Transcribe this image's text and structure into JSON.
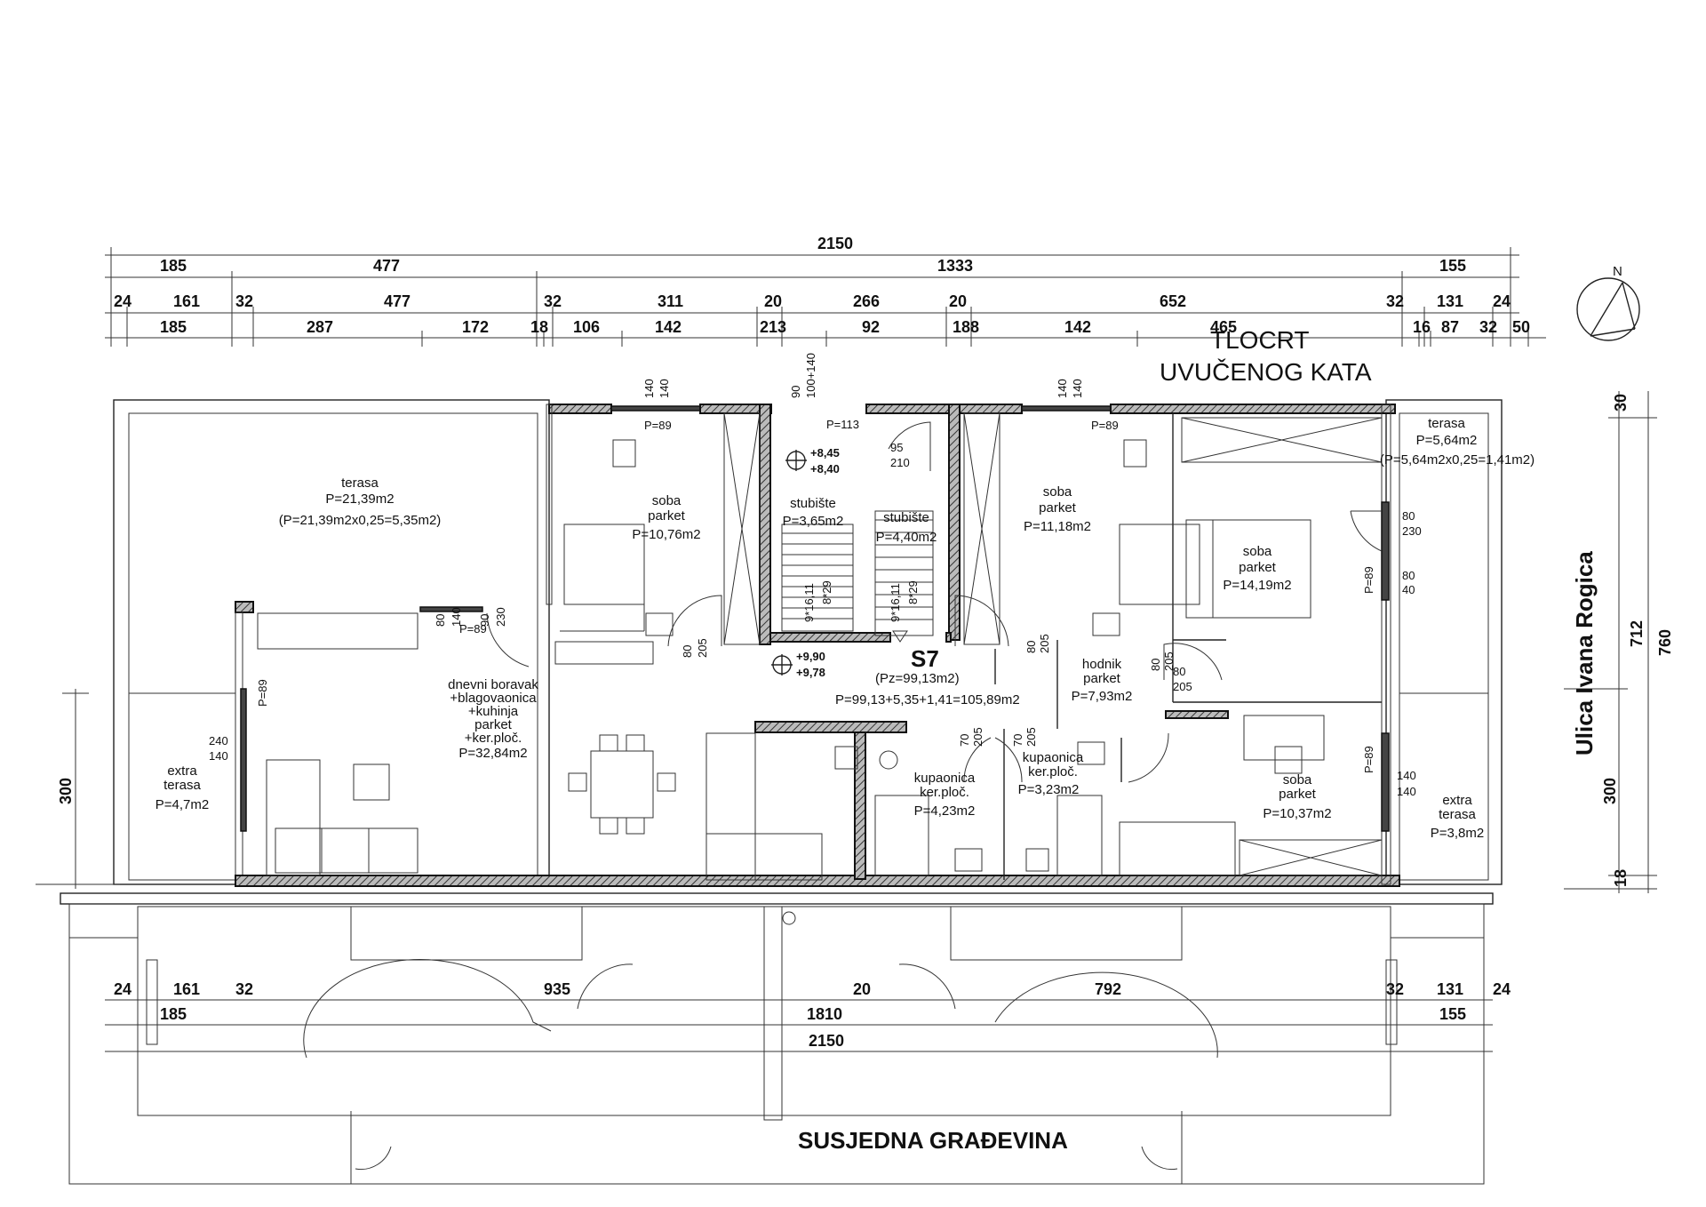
{
  "header": {
    "title_line1": "TLOCRT",
    "title_line2": "UVUČENOG KATA"
  },
  "street": {
    "name": "Ulica Ivana Rogica"
  },
  "neighbor": {
    "label": "SUSJEDNA GRAĐEVINA"
  },
  "compass": {
    "label": "N"
  },
  "dimensions_top": {
    "row1": [
      "2150"
    ],
    "row2": [
      "185",
      "477",
      "1333",
      "155"
    ],
    "row3": [
      "24",
      "161",
      "32",
      "477",
      "32",
      "311",
      "20",
      "266",
      "20",
      "652",
      "32",
      "131",
      "24"
    ],
    "row4": [
      "185",
      "287",
      "172",
      "18",
      "106",
      "142",
      "213",
      "92",
      "188",
      "142",
      "465",
      "16",
      "87",
      "32",
      "50"
    ]
  },
  "dimensions_bottom": {
    "row1": [
      "24",
      "161",
      "32",
      "935",
      "20",
      "792",
      "32",
      "131",
      "24"
    ],
    "row2": [
      "185",
      "1810",
      "155"
    ],
    "row3": [
      "2150"
    ]
  },
  "dimensions_right": [
    "30",
    "712",
    "760",
    "300",
    "18"
  ],
  "dimensions_left": [
    "300"
  ],
  "openings": [
    "140",
    "140",
    "90",
    "100+140",
    "140",
    "140",
    "80",
    "140",
    "90",
    "230",
    "95",
    "210",
    "80",
    "205",
    "80",
    "205",
    "80",
    "230",
    "80",
    "40",
    "80",
    "205",
    "70",
    "205",
    "70",
    "205",
    "80",
    "205",
    "240",
    "140",
    "140",
    "140"
  ],
  "sill_labels": [
    "P=89",
    "P=113",
    "P=89",
    "P=89",
    "P=89",
    "P=89",
    "P=89"
  ],
  "levels": {
    "a_top": "+8,45",
    "a_bottom": "+8,40",
    "b_top": "+9,90",
    "b_bottom": "+9,78"
  },
  "stairs": {
    "left": "9*16,11",
    "left2": "8*29",
    "right": "9*16,11",
    "right2": "8*29"
  },
  "apartment": {
    "id": "S7",
    "pz": "(Pz=99,13m2)",
    "total": "P=99,13+5,35+1,41=105,89m2"
  },
  "rooms": [
    {
      "key": "terasa_w",
      "lines": [
        "terasa",
        "P=21,39m2",
        "(P=21,39m2x0,25=5,35m2)"
      ]
    },
    {
      "key": "soba1",
      "lines": [
        "soba",
        "parket",
        "P=10,76m2"
      ]
    },
    {
      "key": "stub1",
      "lines": [
        "stubište",
        "P=3,65m2"
      ]
    },
    {
      "key": "stub2",
      "lines": [
        "stubište",
        "P=4,40m2"
      ]
    },
    {
      "key": "soba2",
      "lines": [
        "soba",
        "parket",
        "P=11,18m2"
      ]
    },
    {
      "key": "soba3",
      "lines": [
        "soba",
        "parket",
        "P=14,19m2"
      ]
    },
    {
      "key": "terasa_e",
      "lines": [
        "terasa",
        "P=5,64m2",
        "(P=5,64m2x0,25=1,41m2)"
      ]
    },
    {
      "key": "dnevni",
      "lines": [
        "dnevni boravak",
        "+blagovaonica",
        "+kuhinja",
        "parket",
        "+ker.ploč.",
        "P=32,84m2"
      ]
    },
    {
      "key": "hodnik",
      "lines": [
        "hodnik",
        "parket",
        "P=7,93m2"
      ]
    },
    {
      "key": "kup1",
      "lines": [
        "kupaonica",
        "ker.ploč.",
        "P=4,23m2"
      ]
    },
    {
      "key": "kup2",
      "lines": [
        "kupaonica",
        "ker.ploč.",
        "P=3,23m2"
      ]
    },
    {
      "key": "soba4",
      "lines": [
        "soba",
        "parket",
        "P=10,37m2"
      ]
    },
    {
      "key": "extra_w",
      "lines": [
        "extra",
        "terasa",
        "P=4,7m2"
      ]
    },
    {
      "key": "extra_e",
      "lines": [
        "extra",
        "terasa",
        "P=3,8m2"
      ]
    }
  ]
}
